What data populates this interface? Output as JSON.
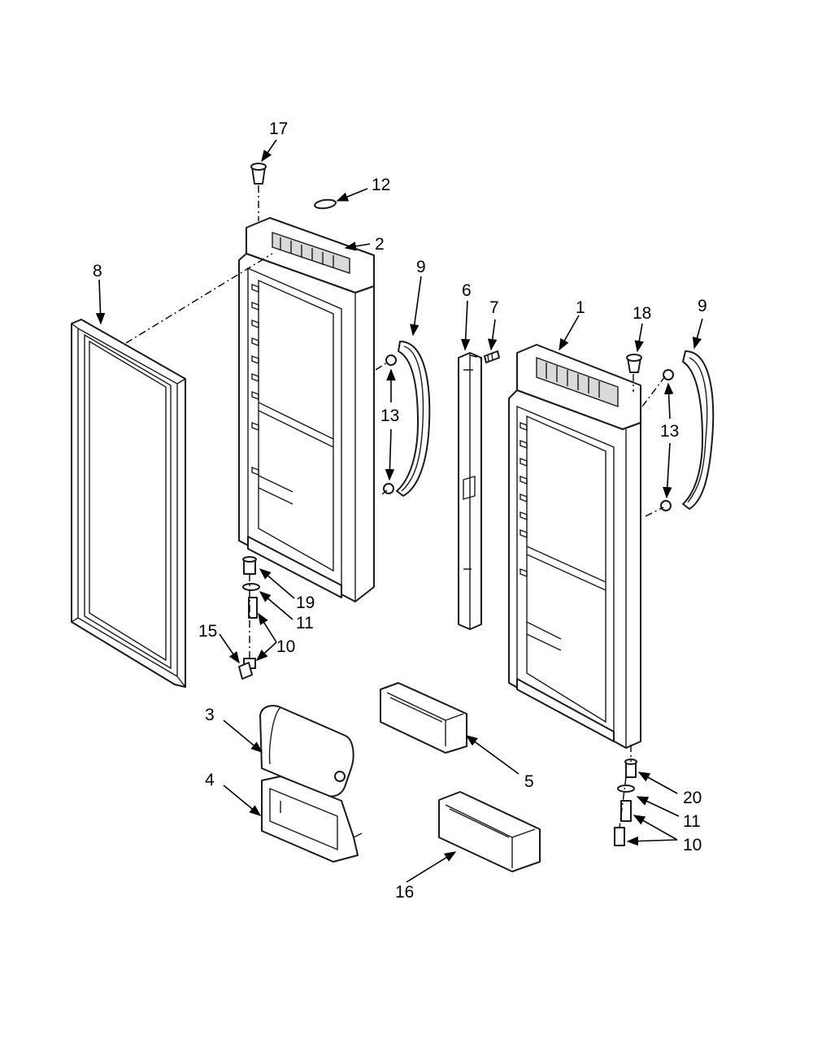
{
  "callouts": {
    "c1": "1",
    "c2": "2",
    "c3": "3",
    "c4": "4",
    "c5": "5",
    "c6": "6",
    "c7": "7",
    "c8": "8",
    "c9_left": "9",
    "c9_right": "9",
    "c10_left": "10",
    "c10_right": "10",
    "c11_left": "11",
    "c11_right": "11",
    "c12": "12",
    "c13_left": "13",
    "c13_right": "13",
    "c15": "15",
    "c16": "16",
    "c17": "17",
    "c18": "18",
    "c19": "19",
    "c20": "20"
  },
  "colors": {
    "line": "#1a1a1a",
    "shade": "#d9d9d9",
    "background": "#ffffff"
  }
}
